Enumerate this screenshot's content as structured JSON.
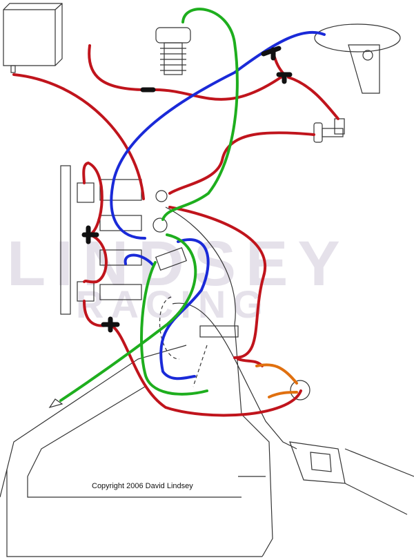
{
  "diagram": {
    "copyright": "Copyright 2006 David Lindsey",
    "watermark_line1": "LINDSEY",
    "watermark_line2": "RACING",
    "colors": {
      "vacuum_red": "#c0141c",
      "blue": "#1a2ad8",
      "green": "#1eae1e",
      "orange": "#e0700f",
      "tee": "#111111",
      "outline": "#333333"
    }
  }
}
